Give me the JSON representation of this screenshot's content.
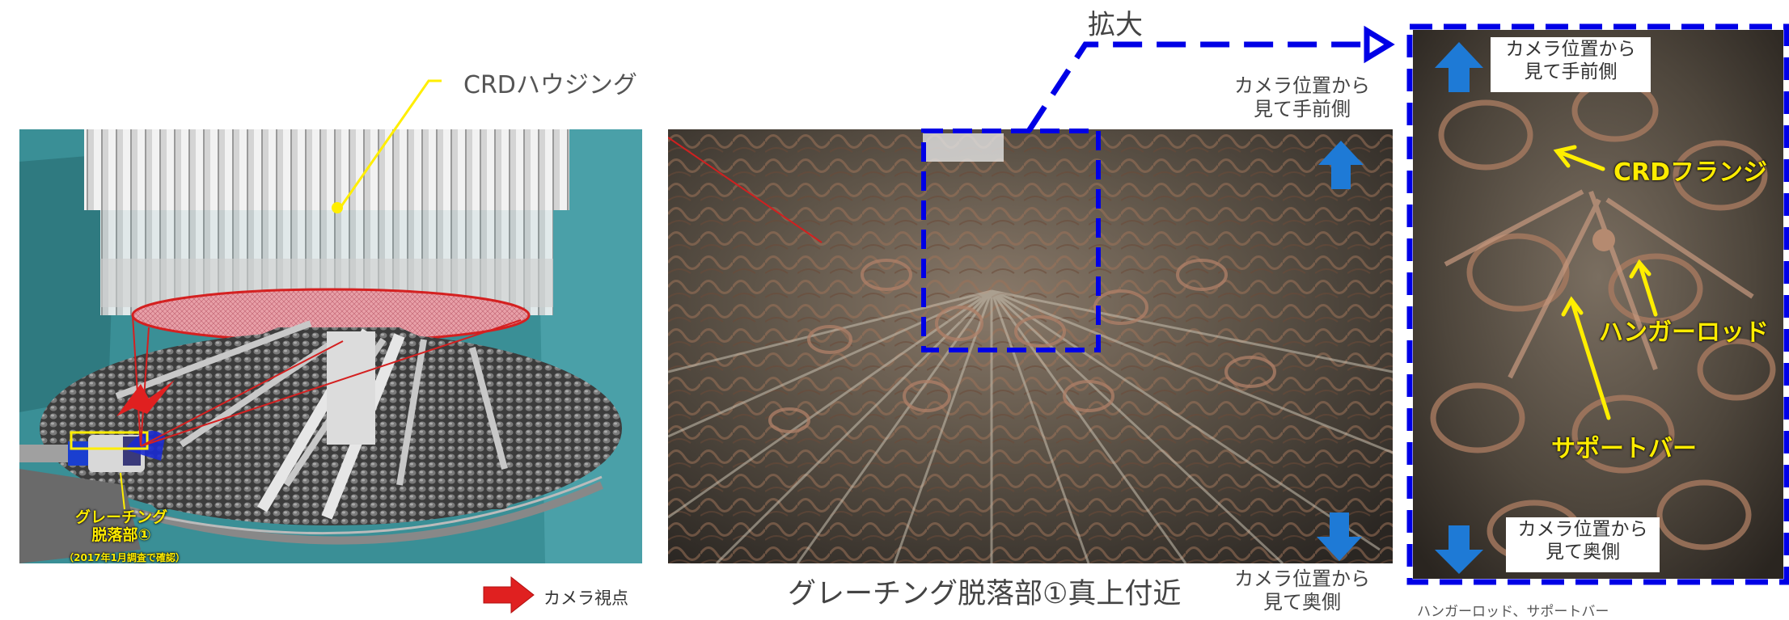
{
  "callouts": {
    "crd_housing": "CRDハウジング",
    "enlarge": "拡大",
    "camera_view": "カメラ視点",
    "grating_1": "グレーチング",
    "grating_2": "脱落部①",
    "grating_note": "（2017年1月調査で確認）"
  },
  "middle": {
    "caption": "グレーチング脱落部①真上付近",
    "near_1": "カメラ位置から",
    "near_2": "見て手前側",
    "far_1": "カメラ位置から",
    "far_2": "見て奥側"
  },
  "right": {
    "near_1": "カメラ位置から",
    "near_2": "見て手前側",
    "far_1": "カメラ位置から",
    "far_2": "見て奥側",
    "crd_flange": "CRDフランジ",
    "hanger_rod": "ハンガーロッド",
    "support_bar": "サポートバー",
    "bottom_note": "ハンガーロッド、サポートバー"
  },
  "colors": {
    "callout_line": "#ffee00",
    "dashed_box": "#0000e6",
    "arrow_blue": "#1e7ad6",
    "arrow_red": "#e02020",
    "highlight_red": "#d42020"
  }
}
